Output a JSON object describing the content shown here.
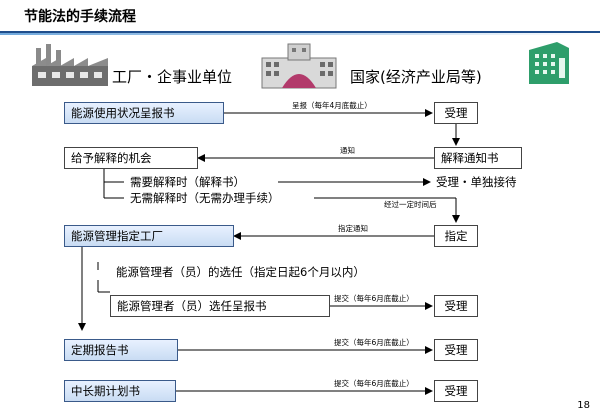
{
  "header": {
    "title": "节能法的手续流程"
  },
  "parties": {
    "company": "工厂・企事业单位",
    "state": "国家(经济产业局等)"
  },
  "left_boxes": {
    "report": "能源使用状况呈报书",
    "chance": "给予解释的机会",
    "designated": "能源管理指定工厂",
    "selection_report": "能源管理者（员）选任呈报书",
    "periodic": "定期报告书",
    "long_term": "中长期计划书"
  },
  "right_boxes": {
    "accept1": "受理",
    "notice": "解释通知书",
    "designate": "指定",
    "accept2": "受理",
    "accept3": "受理",
    "accept4": "受理"
  },
  "texts": {
    "need_explain": "需要解释时（解释书）",
    "no_explain": "无需解释时（无需办理手续）",
    "accept_separately": "受理・单独接待",
    "selection": "能源管理者（员）的选任（指定日起6个月以内）"
  },
  "arrow_labels": {
    "submit_april": "呈报（每年4月底截止）",
    "notify": "通知",
    "after_period": "经过一定时间后",
    "designation_notice": "指定通知",
    "submit_june_1": "提交（每年6月底截止）",
    "submit_june_2": "提交（每年6月底截止）",
    "submit_june_3": "提交（每年6月底截止）"
  },
  "page": {
    "number": "18"
  },
  "colors": {
    "box_fill": "#c9dcf3",
    "rule": "#1f4e8c",
    "icon_green": "#2e9e6b"
  },
  "icons": {
    "factory": "factory-icon",
    "government": "government-building-icon"
  }
}
